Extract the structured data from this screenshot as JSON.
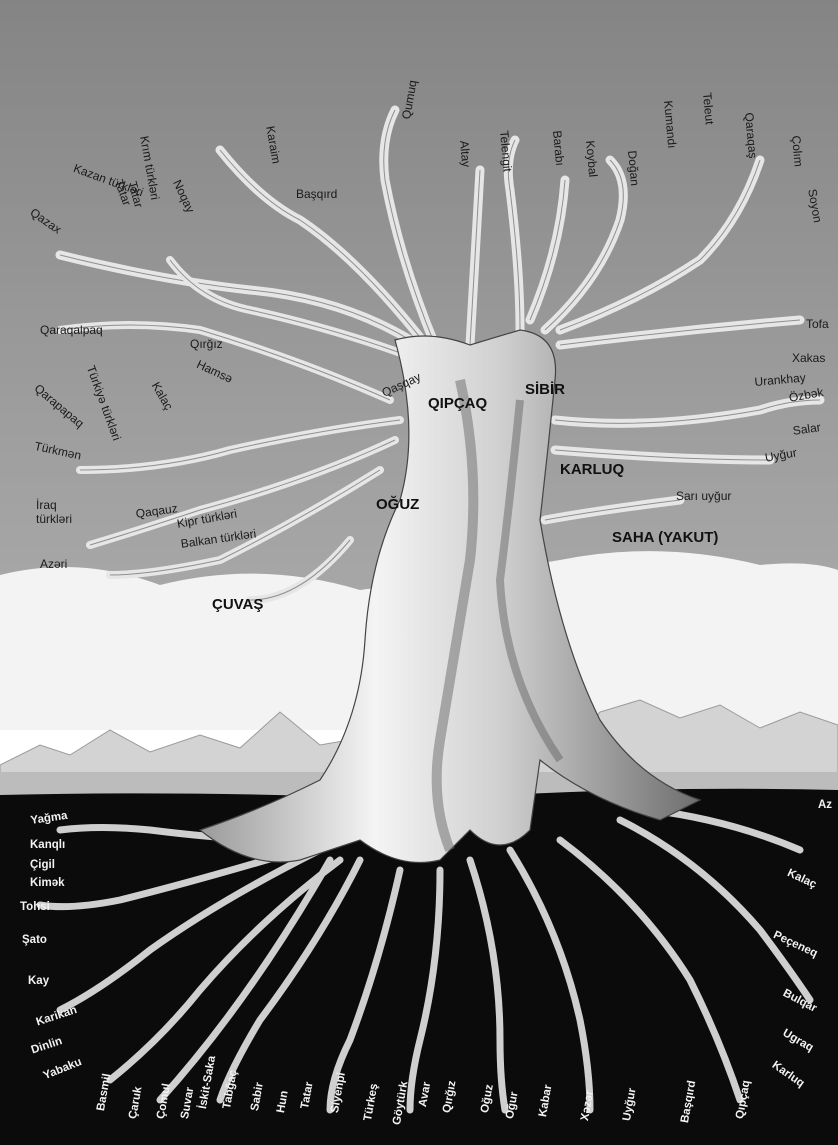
{
  "colors": {
    "sky": "#8e8e8e",
    "cloud": "#f2f2f2",
    "mountain": "#d9d9d9",
    "ground": "#0b0b0b",
    "trunk": "#e6e6e6",
    "trunk_shade": "#8a8a8a",
    "root_text": "#f2f2f2",
    "branch_text": "#1a1a1a"
  },
  "main_groups": [
    "QIPÇAQ",
    "SİBİR",
    "KARLUQ",
    "OĞUZ",
    "SAHA (YAKUT)",
    "ÇUVAŞ"
  ],
  "branch_labels": [
    "Krım türkləri",
    "Karaim",
    "Tatar",
    "Başqırd",
    "Qumuq",
    "Altay",
    "Telengit",
    "Barabı",
    "Koybal",
    "Doğan",
    "Kumandı",
    "Teleut",
    "Qaraqaş",
    "Çolım",
    "Soyon",
    "Kazan türkləri",
    "Tatar",
    "Noqay",
    "Qazax",
    "Qaraqalpaq",
    "Qırğız",
    "Hamsə",
    "Türkiyə türkləri",
    "Kalaç",
    "Qaşqay",
    "Qarapapaq",
    "Türkmən",
    "İraq türkləri",
    "Qaqauz",
    "Kipr türkləri",
    "Balkan türkləri",
    "Azəri",
    "Tofa",
    "Xakas",
    "Urankhay",
    "Özbək",
    "Salar",
    "Uyğur",
    "Sarı uyğur"
  ],
  "root_labels": [
    "Yağma",
    "Kanqlı",
    "Çigil",
    "Kimək",
    "Tohsi",
    "Şato",
    "Kay",
    "Karikan",
    "Dinlin",
    "Yabaku",
    "Basmil",
    "Çaruk",
    "Çomul",
    "Suvar",
    "İskit-Saka",
    "Tabğaç",
    "Sabir",
    "Hun",
    "Tatar",
    "Siyenpi",
    "Türkeş",
    "Göytürk",
    "Avar",
    "Qırğız",
    "Oğuz",
    "Oğur",
    "Kabar",
    "Xəzər",
    "Uyğur",
    "Başqırd",
    "Qıpçaq",
    "Az",
    "Kalaç",
    "Peçeneq",
    "Bulqar",
    "Ugraq",
    "Karluq"
  ]
}
